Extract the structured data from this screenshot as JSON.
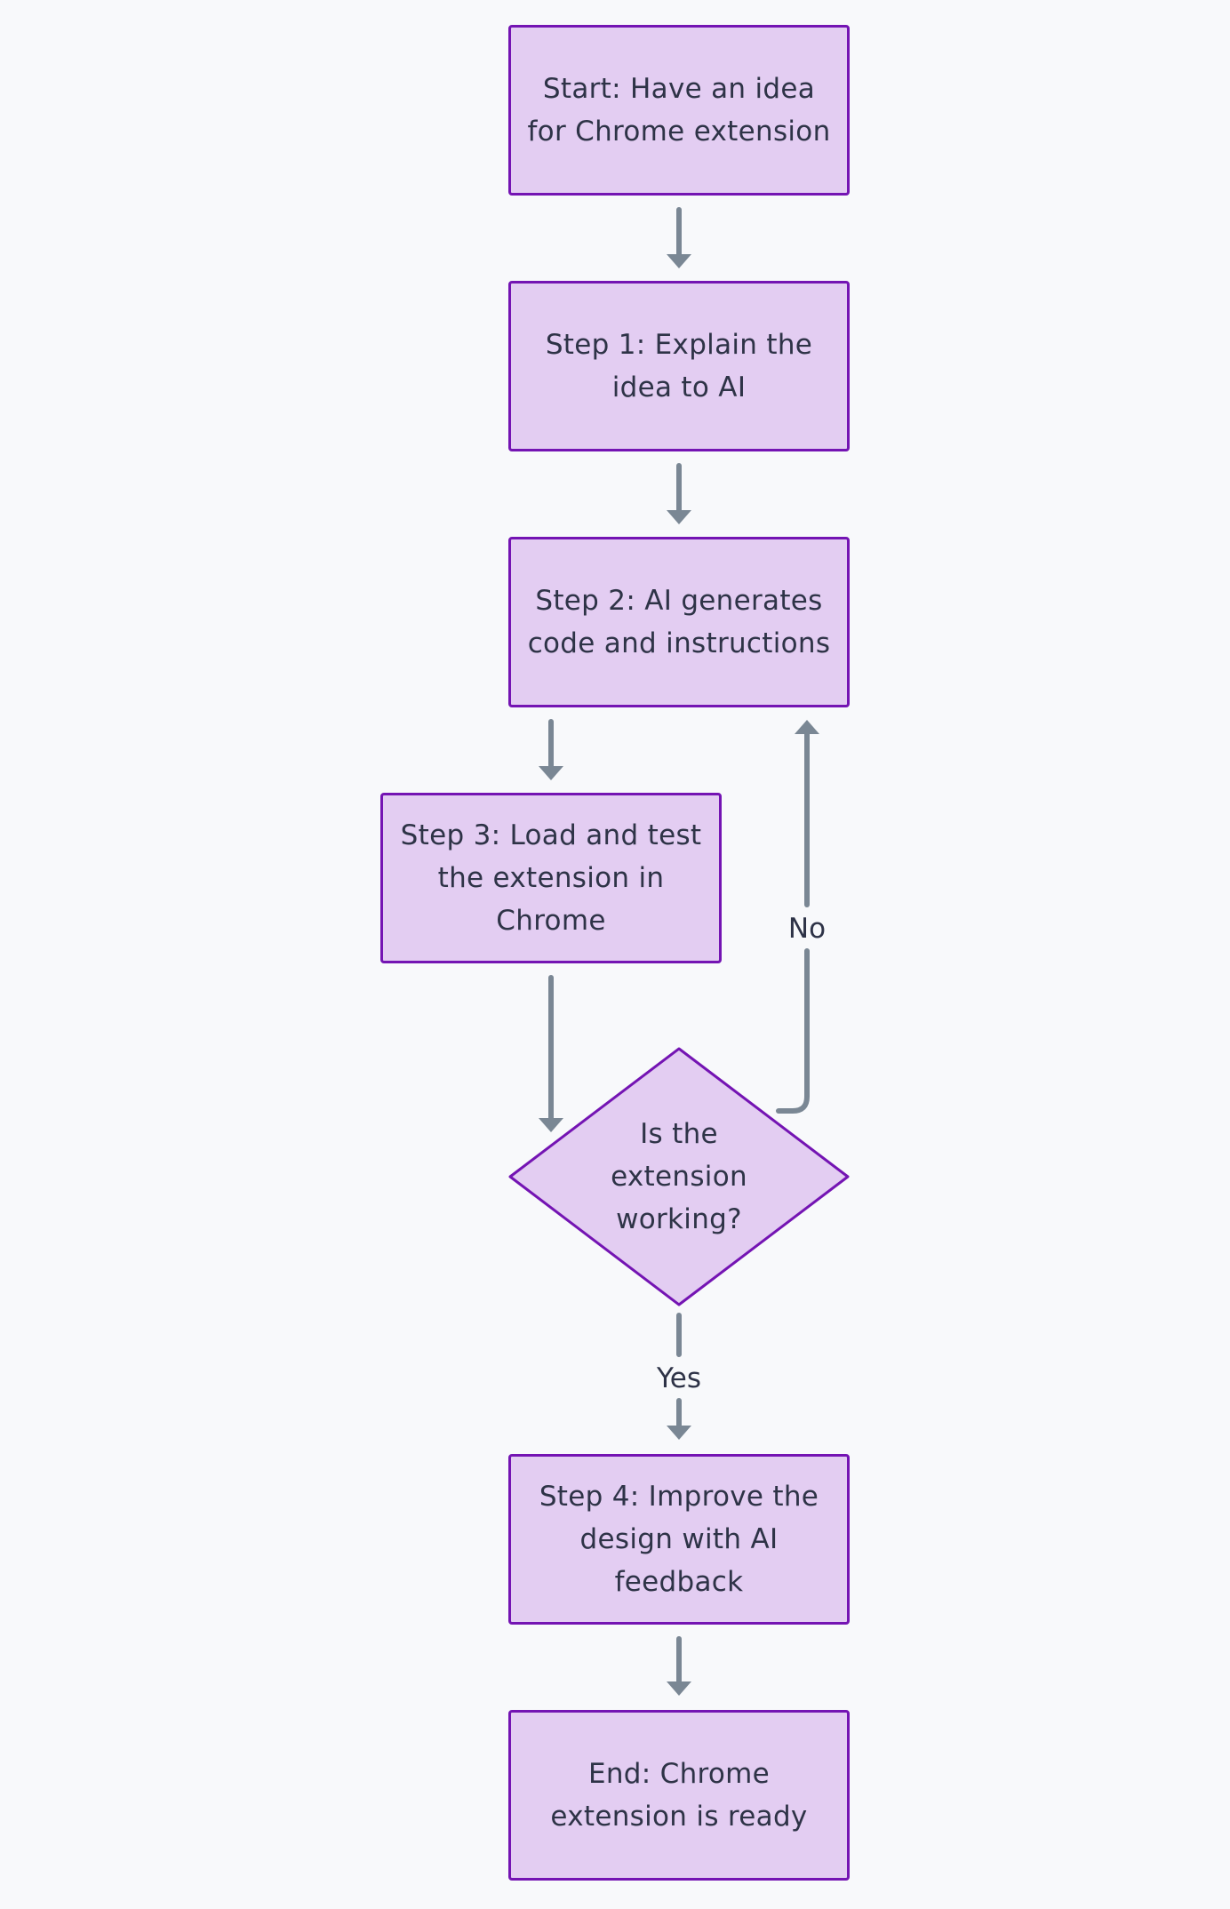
{
  "diagram": {
    "colors": {
      "node_fill": "#e3cdf2",
      "node_border": "#7414b3",
      "edge": "#7a8794",
      "text": "#2e3347",
      "background": "#f8f9fb"
    },
    "nodes": {
      "start": "Start: Have an idea\nfor Chrome extension",
      "step1": "Step 1: Explain the\nidea to AI",
      "step2": "Step 2: AI generates\ncode and instructions",
      "step3": "Step 3: Load and test\nthe extension in\nChrome",
      "decision": "Is the\nextension\nworking?",
      "step4": "Step 4: Improve the\ndesign with AI\nfeedback",
      "end": "End: Chrome\nextension is ready"
    },
    "edge_labels": {
      "no": "No",
      "yes": "Yes"
    }
  }
}
